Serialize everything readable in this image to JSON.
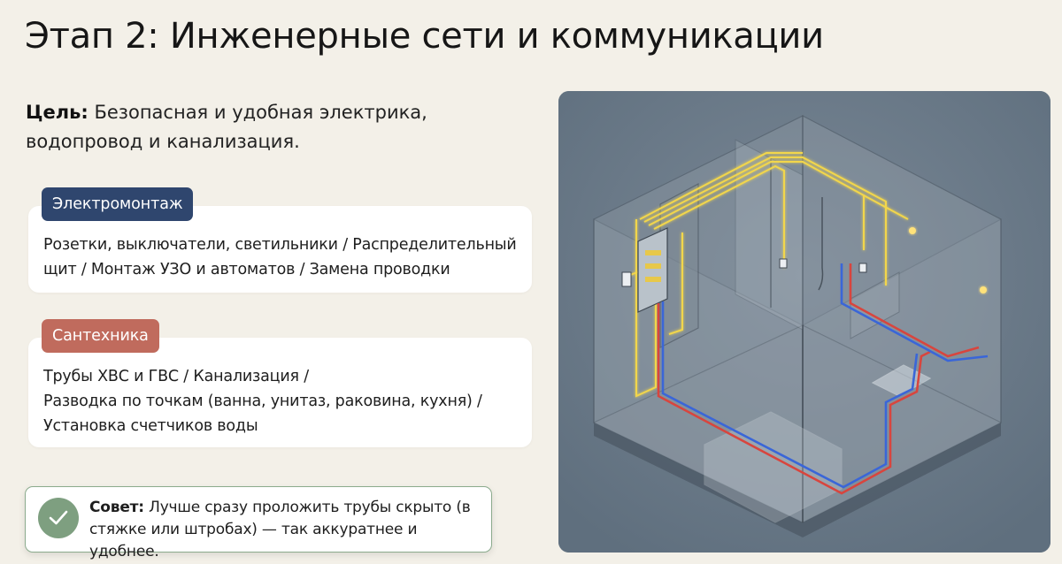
{
  "page": {
    "title": "Этап 2: Инженерные сети и коммуникации",
    "goal_label": "Цель:",
    "goal_text": " Безопасная и удобная электрика, водопровод и канализация."
  },
  "sections": [
    {
      "badge": "Электромонтаж",
      "badge_color": "#2f466e",
      "text": "Розетки, выключатели, светильники / Распределительный щит / Монтаж УЗО и автоматов / Замена проводки"
    },
    {
      "badge": "Сантехника",
      "badge_color": "#c06b5d",
      "lines": [
        "Трубы ХВС и ГВС / Канализация /",
        "Разводка по точкам (ванна, унитаз, раковина, кухня) /",
        "Установка счетчиков воды"
      ]
    }
  ],
  "tip": {
    "icon": "checkmark-icon",
    "label": "Совет:",
    "text": " Лучше сразу проложить трубы скрыто (в стяжке или штробах) — так аккуратнее и удобнее.",
    "accent": "#7e9f80"
  },
  "illustration": {
    "subject": "isometric-room-utilities-diagram",
    "colors": {
      "background": "#6b7b8a",
      "wiring": "#f2d64b",
      "cold_water": "#3a66d8",
      "hot_water": "#d8453e"
    }
  }
}
